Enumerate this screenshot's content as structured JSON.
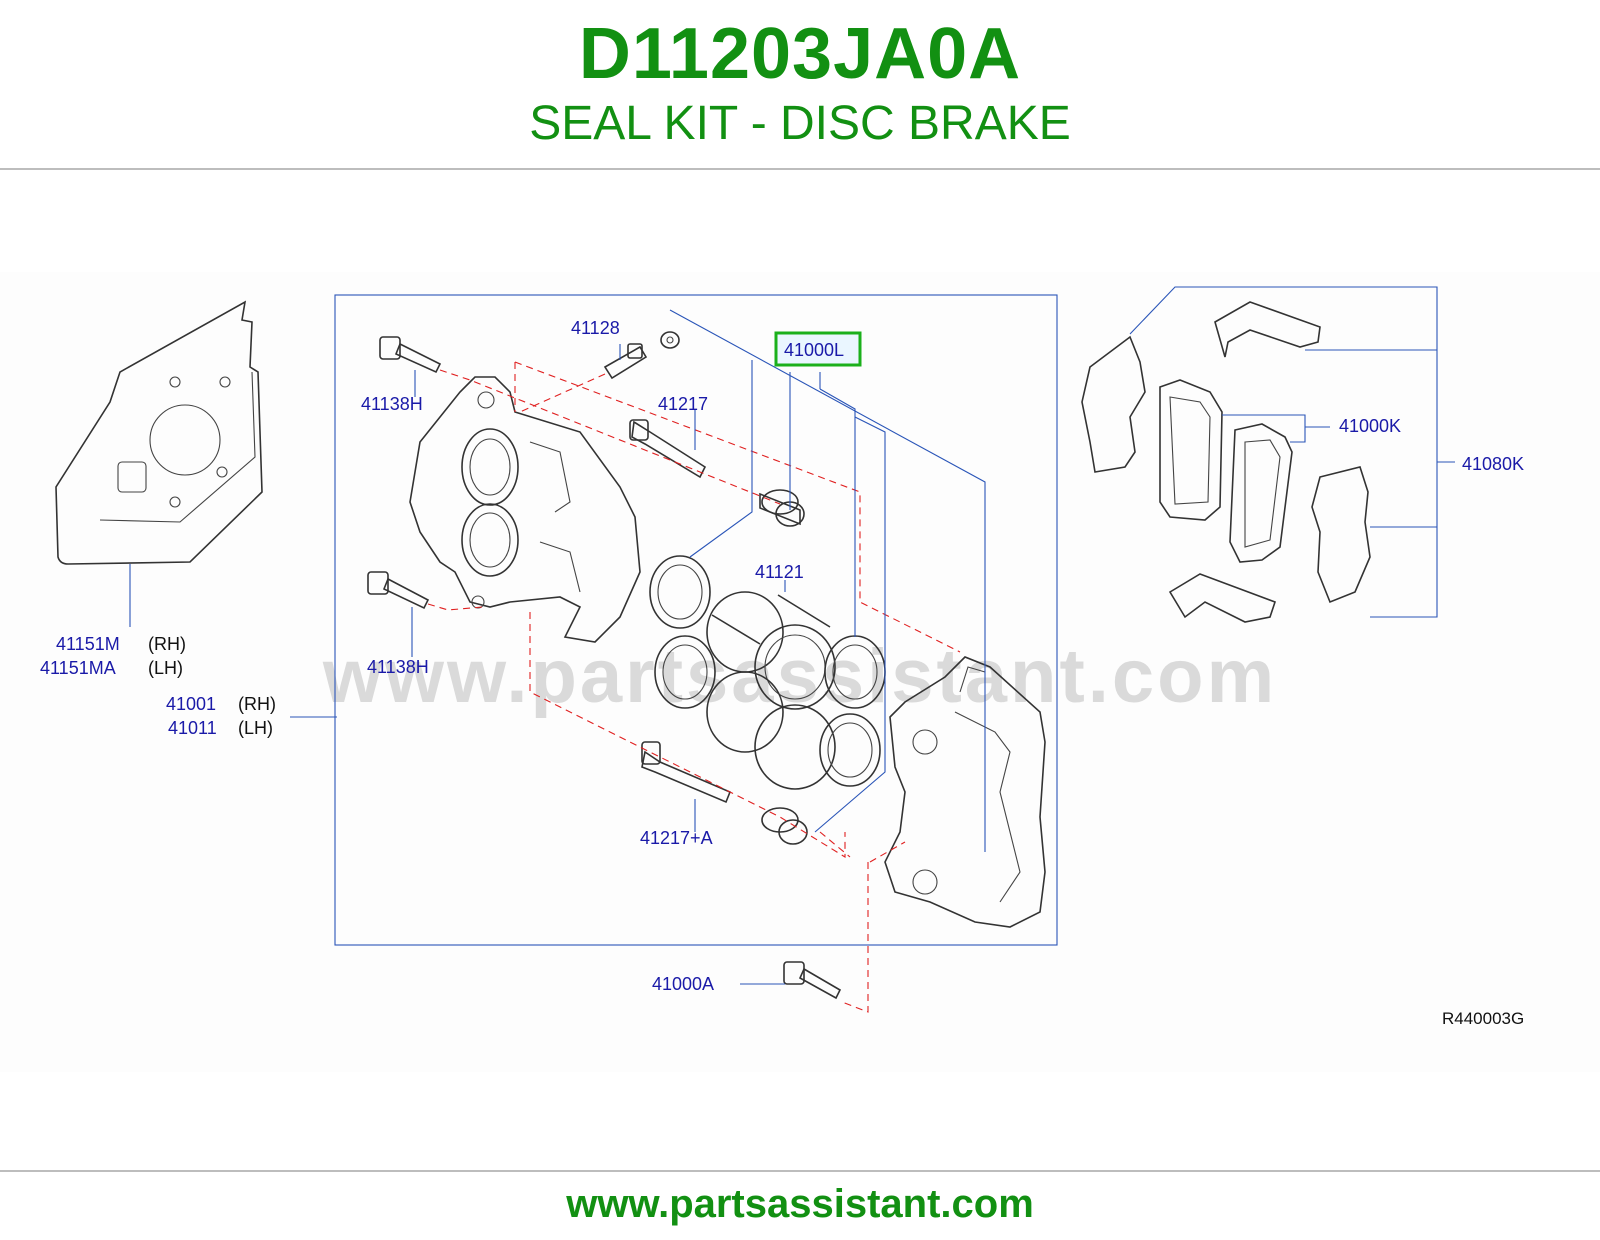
{
  "header": {
    "part_number": "D11203JA0A",
    "part_name": "SEAL KIT - DISC BRAKE"
  },
  "diagram": {
    "watermark": "www.partsassistant.com",
    "reference_code": "R440003G",
    "labels": {
      "l_41128": "41128",
      "l_41000L": "41000L",
      "l_41138H_top": "41138H",
      "l_41217": "41217",
      "l_41121": "41121",
      "l_41138H_bottom": "41138H",
      "l_41151M": "41151M",
      "l_41151M_side": "(RH)",
      "l_41151MA": "41151MA",
      "l_41151MA_side": "(LH)",
      "l_41001": "41001",
      "l_41001_side": "(RH)",
      "l_41011": "41011",
      "l_41011_side": "(LH)",
      "l_41217A": "41217+A",
      "l_41000A": "41000A",
      "l_41000K": "41000K",
      "l_41080K": "41080K"
    },
    "highlight_color": "#1bb01b"
  },
  "footer": {
    "url": "www.partsassistant.com"
  },
  "colors": {
    "brand_green": "#129012",
    "label_blue": "#1a1aa8",
    "leader_blue": "#2a55b8",
    "dashed_red": "#e02020"
  }
}
